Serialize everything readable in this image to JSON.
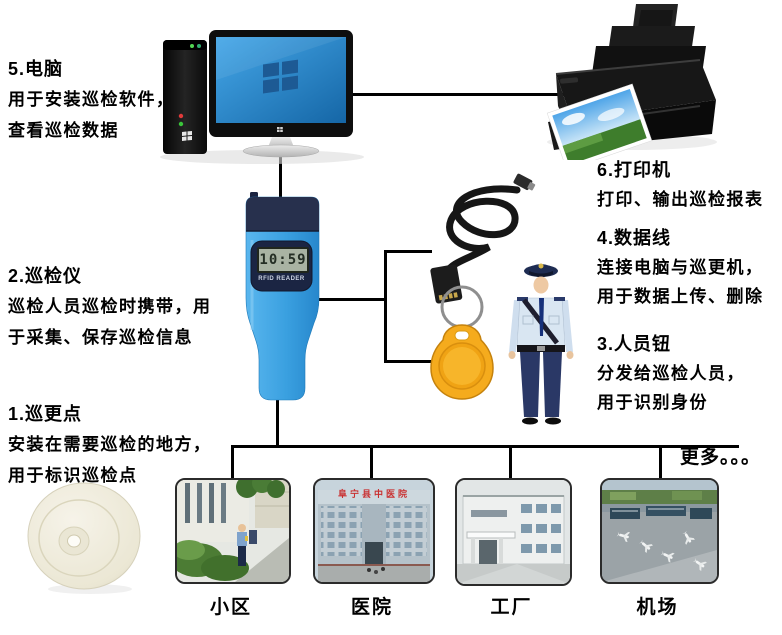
{
  "annotations": {
    "patrol_point": {
      "num_title": "1.巡更点",
      "line1": "安装在需要巡检的地方，",
      "line2": "用于标识巡检点"
    },
    "patrol_device": {
      "num_title": "2.巡检仪",
      "line1": "巡检人员巡检时携带，用",
      "line2": "于采集、保存巡检信息"
    },
    "personnel_button": {
      "num_title": "3.人员钮",
      "line1": "分发给巡检人员，",
      "line2": "用于识别身份"
    },
    "data_cable": {
      "num_title": "4.数据线",
      "line1": "连接电脑与巡更机，",
      "line2": "用于数据上传、删除"
    },
    "computer": {
      "num_title": "5.电脑",
      "line1": "用于安装巡检软件，",
      "line2": "查看巡检数据"
    },
    "printer": {
      "num_title": "6.打印机",
      "line1": "打印、输出巡检报表"
    }
  },
  "device": {
    "lcd_time": "10:59",
    "reader_label": "RFID READER"
  },
  "hospital_sign": "阜宁县中医院",
  "more_label": "更多。。。",
  "locations": [
    {
      "label": "小区"
    },
    {
      "label": "医院"
    },
    {
      "label": "工厂"
    },
    {
      "label": "机场"
    }
  ],
  "colors": {
    "device_blue": "#3aa0e0",
    "device_cap_navy": "#27304d",
    "keyfob_yellow": "#f5ab1d",
    "screen_blue": "#2f8fd2",
    "connector_line": "#000000",
    "hospital_sign_red": "#c93030"
  }
}
